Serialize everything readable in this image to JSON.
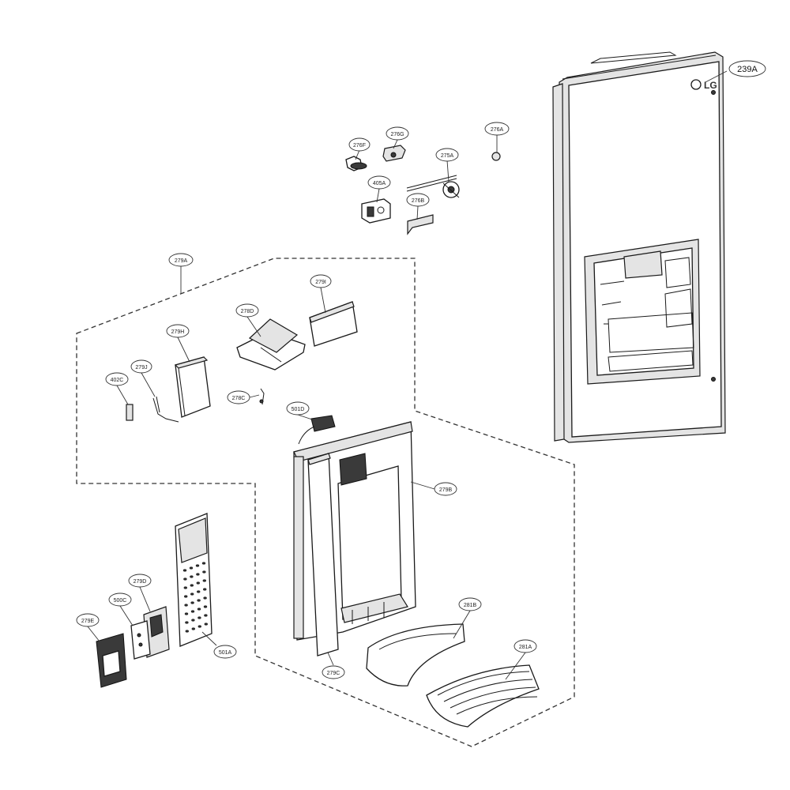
{
  "diagram": {
    "brand_mark": "LG",
    "callouts": {
      "c239A": "239A",
      "c276A": "276A",
      "c276F": "276F",
      "c276G": "276G",
      "c275A": "275A",
      "c405A": "405A",
      "c276B": "276B",
      "c279A": "279A",
      "c279I": "279I",
      "c278D": "278D",
      "c279H": "279H",
      "c279J": "279J",
      "c402C": "402C",
      "c278C": "278C",
      "c501D": "501D",
      "c279B": "279B",
      "c279D": "279D",
      "c500C": "500C",
      "c279E": "279E",
      "c501A": "501A",
      "c279C": "279C",
      "c281B": "281B",
      "c281A": "281A"
    }
  }
}
